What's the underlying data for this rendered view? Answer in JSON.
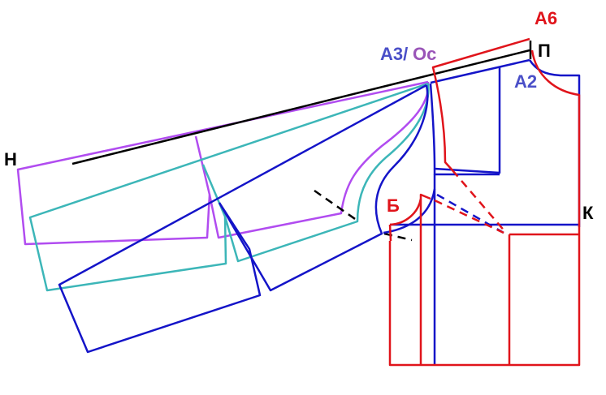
{
  "labels": {
    "a6": "А6",
    "p": "П",
    "a3": "А3/",
    "os": "Ос",
    "a2": "А2",
    "n": "Н",
    "k": "К",
    "b": "Б"
  },
  "colors": {
    "red": "#e0141b",
    "blue": "#1414c8",
    "purple": "#b14cf0",
    "teal": "#3cb6b8",
    "black": "#000000"
  }
}
